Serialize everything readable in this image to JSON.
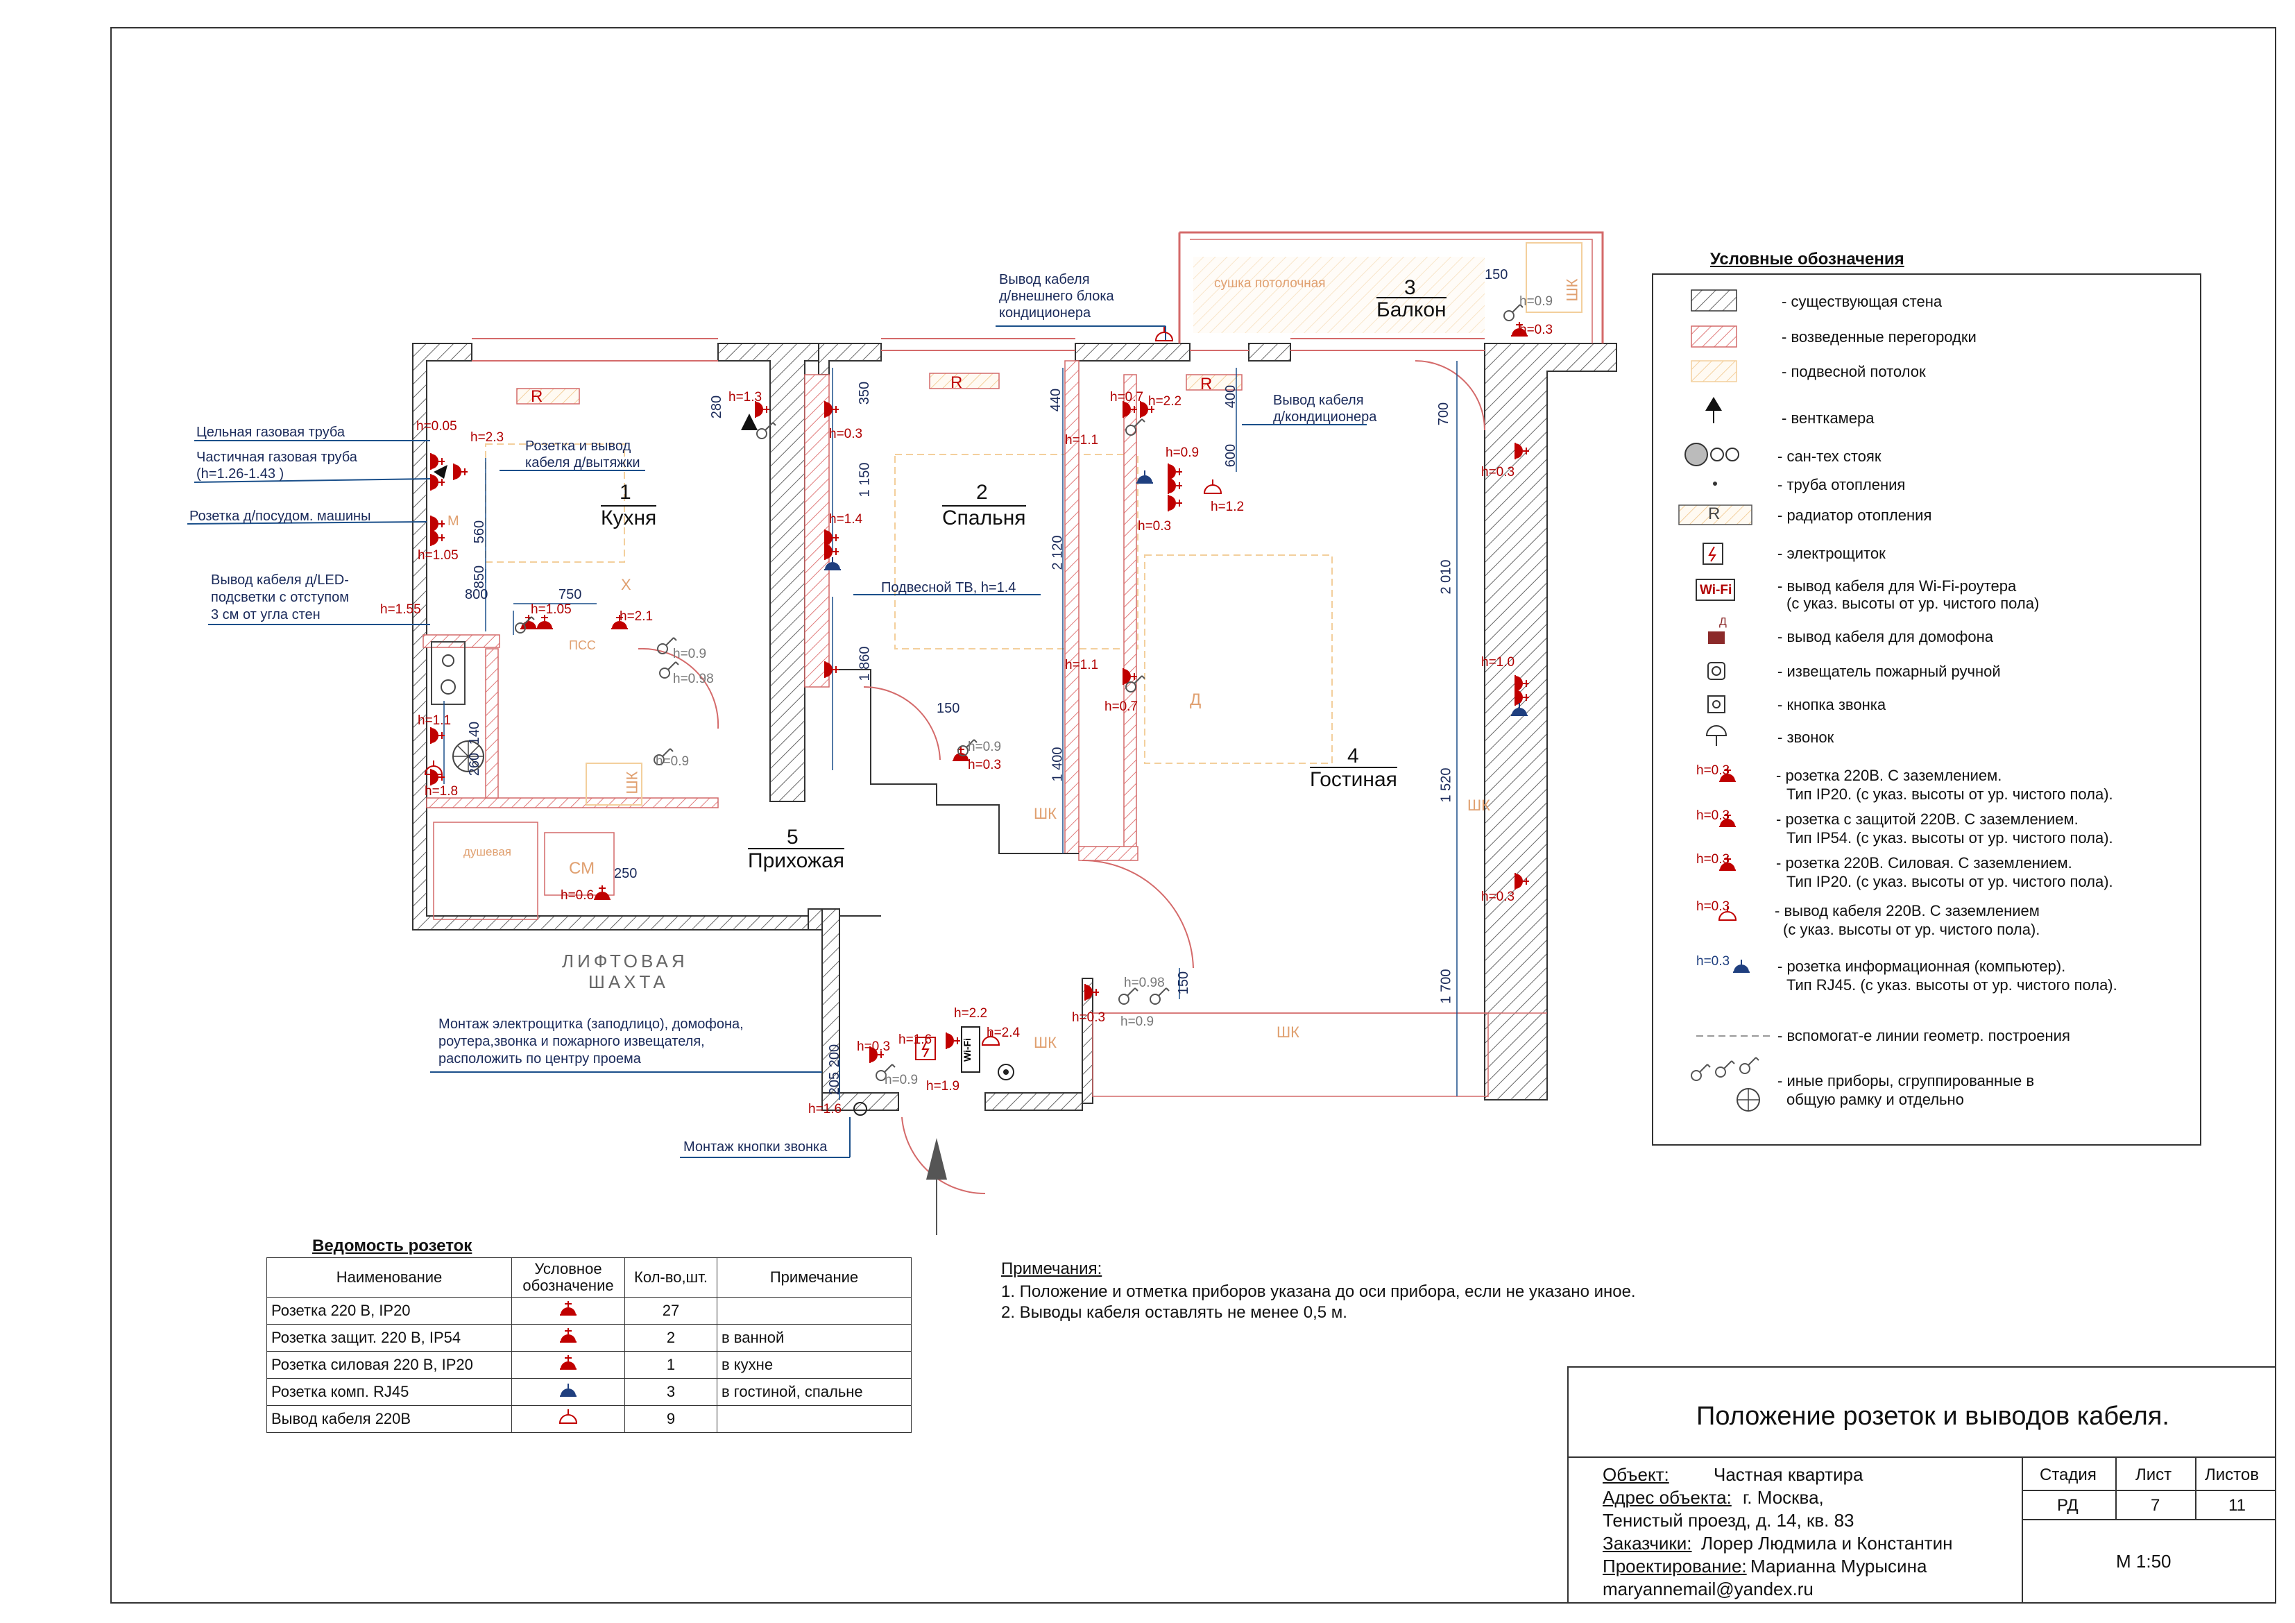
{
  "rooms": {
    "kitchen": {
      "num": "1",
      "name": "Кухня"
    },
    "bedroom": {
      "num": "2",
      "name": "Спальня"
    },
    "balcony": {
      "num": "3",
      "name": "Балкон"
    },
    "living": {
      "num": "4",
      "name": "Гостиная"
    },
    "hall": {
      "num": "5",
      "name": "Прихожая"
    },
    "lift": {
      "line1": "ЛИФТОВАЯ",
      "line2": "ШАХТА"
    },
    "shower": "душевая",
    "dryer": "сушка потолочная",
    "wardrobe": "ШК",
    "washer": "СМ",
    "radiator": "R",
    "fridge": "Х",
    "pss": "ПСС",
    "m": "М",
    "d": "Д"
  },
  "callouts": {
    "gas_pipe_solid": "Цельная газовая труба",
    "gas_pipe_partial_1": "Частичная газовая труба",
    "gas_pipe_partial_2": "(h=1.26-1.43 )",
    "dishwasher": "Розетка д/посудом. машины",
    "led_1": "Вывод кабеля д/LED-",
    "led_2": "подсветки с отступом",
    "led_3": "3 см от угла стен",
    "hood_1": "Розетка и вывод",
    "hood_2": "кабеля д/вытяжки",
    "tv": "Подвесной ТВ, h=1.4",
    "ac_ext_1": "Вывод кабеля",
    "ac_ext_2": "д/внешнего блока",
    "ac_ext_3": "кондиционера",
    "ac_1": "Вывод кабеля",
    "ac_2": "д/кондиционера",
    "panel_1": "Монтаж электрощитка (заподлицо), домофона,",
    "panel_2": "роутера,звонка и пожарного извещателя,",
    "panel_3": "расположить по центру проема",
    "bell": "Монтаж кнопки звонка"
  },
  "heights": {
    "k_005": "h=0.05",
    "k_23": "h=2.3",
    "k_105": "h=1.05",
    "k_155": "h=1.55",
    "k_105b": "h=1.05",
    "k_21": "h=2.1",
    "k_09a": "h=0.9",
    "k_098": "h=0.98",
    "k_11": "h=1.1",
    "k_18": "h=1.8",
    "k_09b": "h=0.9",
    "k_06": "h=0.6",
    "k_13": "h=1.3",
    "b_03": "h=0.3",
    "b_14": "h=1.4",
    "b_07": "h=0.7",
    "b_22": "h=2.2",
    "b_11": "h=1.1",
    "b_09": "h=0.9",
    "b_03b": "h=0.3",
    "b_12": "h=1.2",
    "b_11b": "h=1.1",
    "b_07b": "h=0.7",
    "b_09c": "h=0.9",
    "b_03c": "h=0.3",
    "bal_09": "h=0.9",
    "bal_03": "h=0.3",
    "l_03a": "h=0.3",
    "l_10": "h=1.0",
    "l_03b": "h=0.3",
    "l_098": "h=0.98",
    "l_03c": "h=0.3",
    "l_09": "h=0.9",
    "h_03": "h=0.3",
    "h_16": "h=1.6",
    "h_09": "h=0.9",
    "h_19": "h=1.9",
    "h_22": "h=2.2",
    "h_24": "h=2.4",
    "h_16b": "h=1.6"
  },
  "dimensions": {
    "d280": "280",
    "d560": "560",
    "d850": "850",
    "d800": "800",
    "d750": "750",
    "d140": "140",
    "d260": "260",
    "d250": "250",
    "d350": "350",
    "d1150": "1 150",
    "d1860": "1 860",
    "d440": "440",
    "d400": "400",
    "d600": "600",
    "d2120": "2 120",
    "d1400": "1 400",
    "d150a": "150",
    "d150b": "150",
    "d700": "700",
    "d2010": "2 010",
    "d1520": "1 520",
    "d1700": "1 700",
    "d150c": "150",
    "d205": "205",
    "d200": "200"
  },
  "legend": {
    "title": "Условные обозначения",
    "items": [
      {
        "text": "-  существующая стена"
      },
      {
        "text": "-  возведенные  перегородки"
      },
      {
        "text": "-  подвесной потолок"
      },
      {
        "text": "-  венткамера"
      },
      {
        "text": "- сан-тех стояк"
      },
      {
        "text": "- труба отопления"
      },
      {
        "text": "- радиатор отопления",
        "symbol": "R"
      },
      {
        "text": "- электрощиток"
      },
      {
        "text": "- вывод кабеля для Wi-Fi-роутера",
        "text2": "(с указ. высоты от ур. чистого пола)",
        "symbol": "Wi-Fi"
      },
      {
        "text": "- вывод кабеля для домофона",
        "symbol": "Д"
      },
      {
        "text": "- извещатель пожарный ручной"
      },
      {
        "text": "- кнопка звонка"
      },
      {
        "text": "- звонок"
      },
      {
        "text": "- розетка 220В. С заземлением.",
        "text2": "Тип IP20. (с указ. высоты от ур. чистого пола).",
        "h": "h=0.3"
      },
      {
        "text": "- розетка с защитой 220В. С заземлением.",
        "text2": "Тип IP54. (с указ. высоты от ур. чистого пола).",
        "h": "h=0.3"
      },
      {
        "text": "- розетка 220В. Силовая. С заземлением.",
        "text2": "Тип IP20. (с указ. высоты от ур. чистого пола).",
        "h": "h=0.3"
      },
      {
        "text": "- вывод кабеля 220В. С заземлением",
        "text2": "(с указ. высоты от ур. чистого пола).",
        "h": "h=0.3"
      },
      {
        "text": "- розетка информационная (компьютер).",
        "text2": "Тип RJ45. (с указ. высоты от ур. чистого пола).",
        "h": "h=0.3"
      },
      {
        "text": "- вспомогат-е линии геометр. построения"
      },
      {
        "text": "- иные приборы, сгруппированные в",
        "text2": "общую рамку и отдельно"
      }
    ]
  },
  "schedule": {
    "title": "Ведомость розеток",
    "headers": {
      "name": "Наименование",
      "sym1": "Условное",
      "sym2": "обозначение",
      "qty": "Кол-во,шт.",
      "note": "Примечание"
    },
    "rows": [
      {
        "name": "Розетка 220 В, IP20",
        "qty": "27",
        "note": ""
      },
      {
        "name": "Розетка защит. 220 В, IP54",
        "qty": "2",
        "note": "в ванной"
      },
      {
        "name": "Розетка силовая 220 В, IP20",
        "qty": "1",
        "note": "в кухне"
      },
      {
        "name": "Розетка комп. RJ45",
        "qty": "3",
        "note": "в гостиной, спальне"
      },
      {
        "name": "Вывод кабеля 220В",
        "qty": "9",
        "note": ""
      }
    ]
  },
  "notes": {
    "title": "Примечания:",
    "n1": "1. Положение и отметка приборов указана до оси прибора, если не указано иное.",
    "n2": "2. Выводы  кабеля оставлять не менее 0,5 м."
  },
  "titleblock": {
    "title": "Положение розеток и выводов кабеля.",
    "object_label": "Объект:",
    "object_value": "Частная квартира",
    "address_label": "Адрес объекта:",
    "address_value": "г. Москва,",
    "address_line2": "Тенистый проезд, д. 14, кв. 83",
    "client_label": "Заказчики:",
    "client_value": "Лорер Людмила и Константин",
    "design_label": "Проектирование:",
    "design_value": "Марианна Мурысина",
    "email": "maryannemail@yandex.ru",
    "stage_label": "Стадия",
    "sheet_label": "Лист",
    "sheets_label": "Листов",
    "stage_value": "РД",
    "sheet_value": "7",
    "sheets_value": "11",
    "scale": "М  1:50"
  },
  "colors": {
    "wall_hatch": "#555555",
    "partition_hatch": "#d9534f",
    "ceiling": "#f0c48a",
    "socket_red": "#c00000",
    "info_blue": "#1f3f7f",
    "dim_blue": "#1a4f8a",
    "label_red": "#b00000"
  }
}
